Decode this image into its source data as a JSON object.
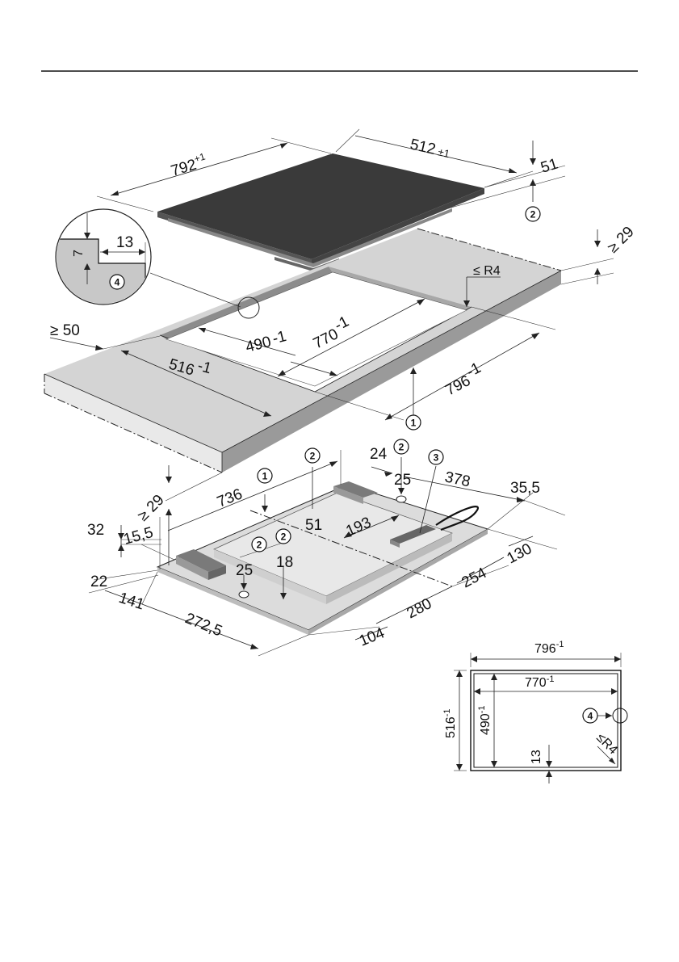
{
  "diagram": {
    "hob": {
      "width": "792",
      "width_tol": "+1",
      "depth": "512",
      "depth_tol": "±1",
      "height": "51"
    },
    "cutout": {
      "depth_min": "≥ 50",
      "worktop_thickness": "≥ 29",
      "radius": "≤ R4",
      "inner_depth": "490",
      "inner_depth_tol": "-1",
      "inner_width": "770",
      "inner_width_tol": "-1",
      "outer_depth": "516",
      "outer_depth_tol": "-1",
      "outer_width": "796",
      "outer_width_tol": "-1"
    },
    "detail": {
      "step_height": "7",
      "step_width": "13"
    },
    "underside": {
      "depth_736": "736",
      "thickness_29": "≥ 29",
      "d32": "32",
      "d15_5": "15,5",
      "d22": "22",
      "d141": "141",
      "d272_5": "272,5",
      "d25_a": "25",
      "d25_b": "25",
      "d18": "18",
      "d51": "51",
      "d193": "193",
      "d24": "24",
      "d378": "378",
      "d35_5": "35,5",
      "d130": "130",
      "d254": "254",
      "d280": "280",
      "d104": "104"
    },
    "plan": {
      "outer_width": "796",
      "outer_width_tol": "-1",
      "inner_width": "770",
      "inner_width_tol": "-1",
      "outer_depth": "516",
      "outer_depth_tol": "-1",
      "inner_depth": "490",
      "inner_depth_tol": "-1",
      "step": "13",
      "radius": "≤R4"
    },
    "callouts": {
      "c1": "1",
      "c2": "2",
      "c3": "3",
      "c4": "4"
    }
  }
}
